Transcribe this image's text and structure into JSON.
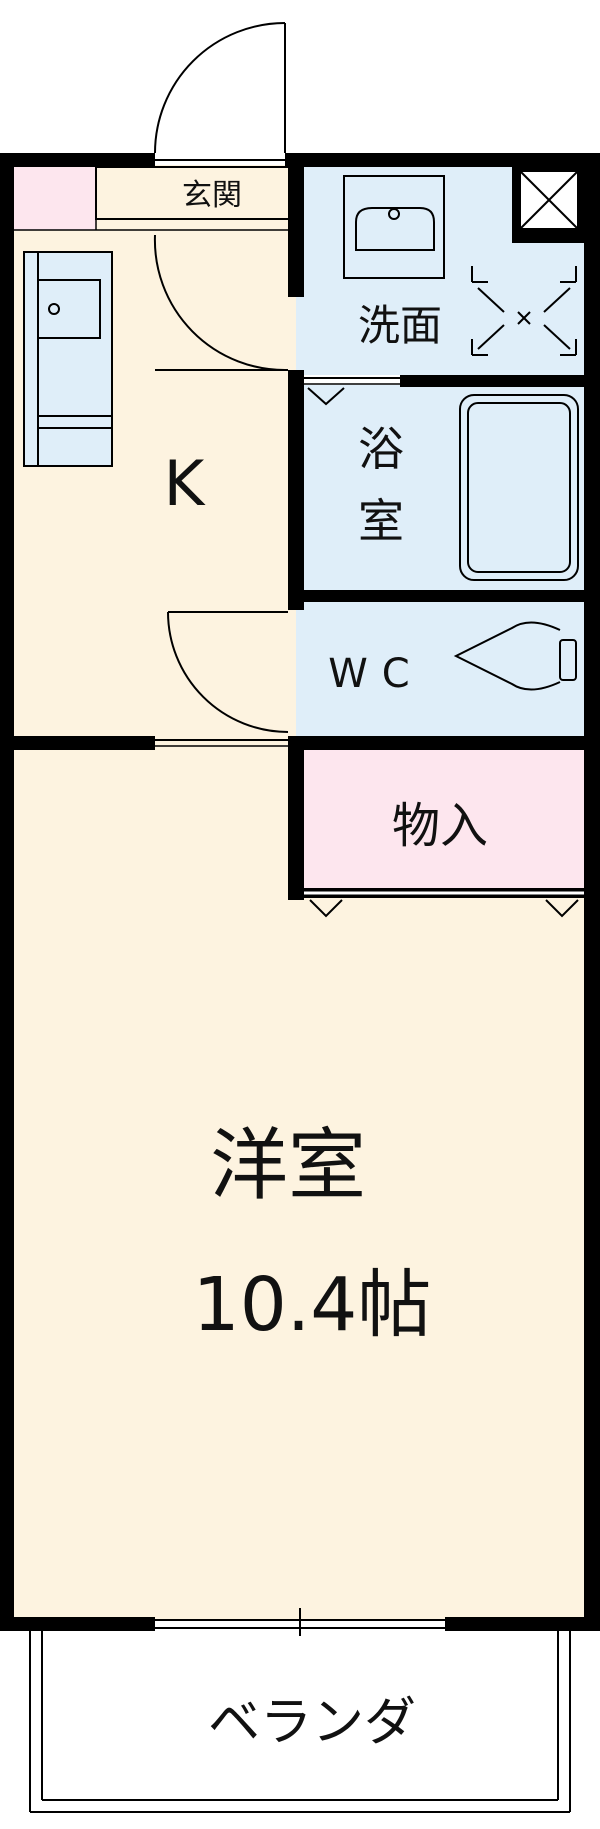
{
  "floorplan": {
    "rooms": {
      "entrance": "玄関",
      "kitchen": "K",
      "washroom": "洗面",
      "bath_line1": "浴",
      "bath_line2": "室",
      "wc": "WC",
      "storage": "物入",
      "western_room": "洋室",
      "western_room_size": "10.4帖",
      "balcony": "ベランダ"
    },
    "colors": {
      "room_fill": "#fdf3e0",
      "wet_area_fill": "#dfeef9",
      "storage_fill": "#fde6ee",
      "wall": "#000000",
      "balcony_fill": "#ffffff"
    }
  }
}
